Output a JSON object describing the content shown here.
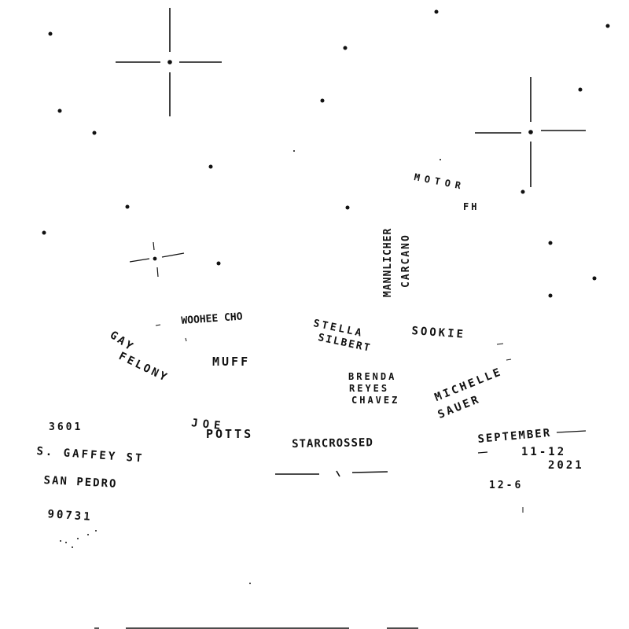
{
  "colors": {
    "ink": "#111111",
    "paper": "#ffffff"
  },
  "names": {
    "motor": "MOTOR",
    "fh": "FH",
    "mannlicher": "MANNLICHER",
    "carcano": "CARCANO",
    "woohee_cho": "WOOHEE CHO",
    "stella": "STELLA",
    "silbert": "SILBERT",
    "sookie": "SOOKIE",
    "gay": "GAY",
    "felony": "FELONY",
    "muff": "MUFF",
    "brenda": "BRENDA",
    "reyes": "REYES",
    "chavez": "CHAVEZ",
    "michelle": "MICHELLE",
    "sauer": "SAUER",
    "joe": "JOE",
    "potts": "POTTS",
    "starcrossed": "STARCROSSED"
  },
  "address": {
    "number": "3601",
    "street": "S. GAFFEY ST",
    "city": "SAN PEDRO",
    "zip": "90731"
  },
  "event": {
    "month": "SEPTEMBER",
    "days": "11-12",
    "year": "2021",
    "time": "12-6"
  }
}
